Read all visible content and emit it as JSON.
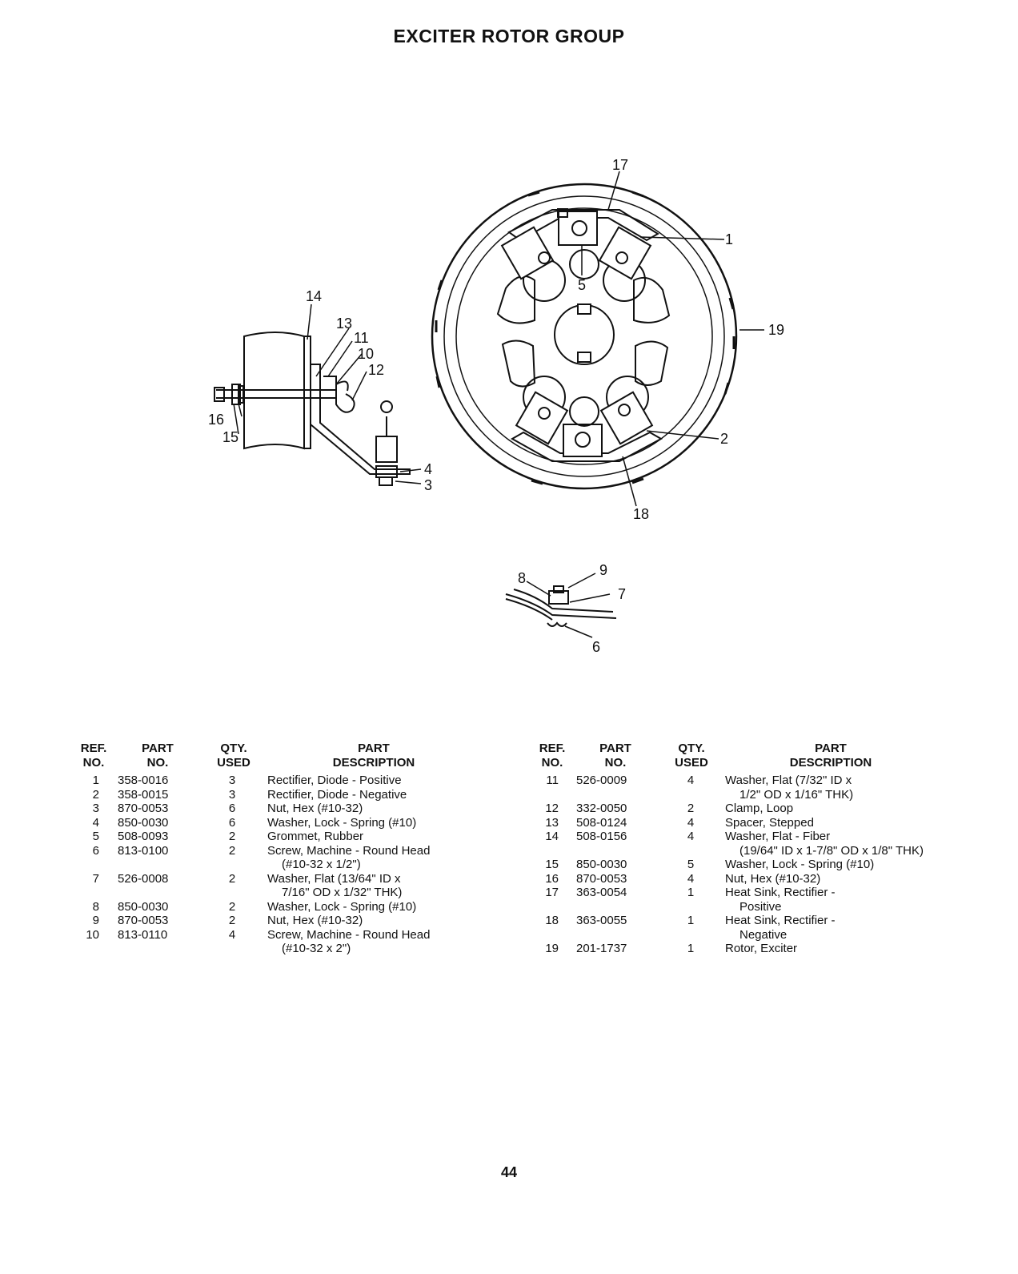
{
  "title": "EXCITER ROTOR GROUP",
  "page_number": "44",
  "diagram_labels": {
    "l1": "1",
    "l2": "2",
    "l3": "3",
    "l4": "4",
    "l5": "5",
    "l6": "6",
    "l7": "7",
    "l8": "8",
    "l9": "9",
    "l10": "10",
    "l11": "11",
    "l12": "12",
    "l13": "13",
    "l14": "14",
    "l15": "15",
    "l16": "16",
    "l17": "17",
    "l18": "18",
    "l19": "19"
  },
  "headers": {
    "ref": [
      "REF.",
      "NO."
    ],
    "part_no": [
      "PART",
      "NO."
    ],
    "qty": [
      "QTY.",
      "USED"
    ],
    "desc": [
      "PART",
      "DESCRIPTION"
    ]
  },
  "left_table": [
    {
      "ref": "1",
      "part": "358-0016",
      "qty": "3",
      "desc": [
        "Rectifier, Diode - Positive"
      ]
    },
    {
      "ref": "2",
      "part": "358-0015",
      "qty": "3",
      "desc": [
        "Rectifier, Diode - Negative"
      ]
    },
    {
      "ref": "3",
      "part": "870-0053",
      "qty": "6",
      "desc": [
        "Nut, Hex (#10-32)"
      ]
    },
    {
      "ref": "4",
      "part": "850-0030",
      "qty": "6",
      "desc": [
        "Washer, Lock - Spring (#10)"
      ]
    },
    {
      "ref": "5",
      "part": "508-0093",
      "qty": "2",
      "desc": [
        "Grommet, Rubber"
      ]
    },
    {
      "ref": "6",
      "part": "813-0100",
      "qty": "2",
      "desc": [
        "Screw, Machine - Round Head",
        "(#10-32 x 1/2\")"
      ]
    },
    {
      "ref": "7",
      "part": "526-0008",
      "qty": "2",
      "desc": [
        "Washer, Flat (13/64\" ID x",
        "7/16\" OD x 1/32\" THK)"
      ]
    },
    {
      "ref": "8",
      "part": "850-0030",
      "qty": "2",
      "desc": [
        "Washer, Lock - Spring (#10)"
      ]
    },
    {
      "ref": "9",
      "part": "870-0053",
      "qty": "2",
      "desc": [
        "Nut, Hex (#10-32)"
      ]
    },
    {
      "ref": "10",
      "part": "813-0110",
      "qty": "4",
      "desc": [
        "Screw, Machine - Round Head",
        "(#10-32 x 2\")"
      ]
    }
  ],
  "right_table": [
    {
      "ref": "11",
      "part": "526-0009",
      "qty": "4",
      "desc": [
        "Washer, Flat (7/32\" ID x",
        "1/2\" OD x 1/16\" THK)"
      ]
    },
    {
      "ref": "12",
      "part": "332-0050",
      "qty": "2",
      "desc": [
        "Clamp, Loop"
      ]
    },
    {
      "ref": "13",
      "part": "508-0124",
      "qty": "4",
      "desc": [
        "Spacer, Stepped"
      ]
    },
    {
      "ref": "14",
      "part": "508-0156",
      "qty": "4",
      "desc": [
        "Washer, Flat - Fiber",
        "(19/64\" ID x 1-7/8\" OD x 1/8\" THK)"
      ]
    },
    {
      "ref": "15",
      "part": "850-0030",
      "qty": "5",
      "desc": [
        "Washer, Lock - Spring (#10)"
      ]
    },
    {
      "ref": "16",
      "part": "870-0053",
      "qty": "4",
      "desc": [
        "Nut, Hex (#10-32)"
      ]
    },
    {
      "ref": "17",
      "part": "363-0054",
      "qty": "1",
      "desc": [
        "Heat Sink, Rectifier -",
        "Positive"
      ]
    },
    {
      "ref": "18",
      "part": "363-0055",
      "qty": "1",
      "desc": [
        "Heat Sink, Rectifier -",
        "Negative"
      ]
    },
    {
      "ref": "19",
      "part": "201-1737",
      "qty": "1",
      "desc": [
        "Rotor, Exciter"
      ]
    }
  ]
}
